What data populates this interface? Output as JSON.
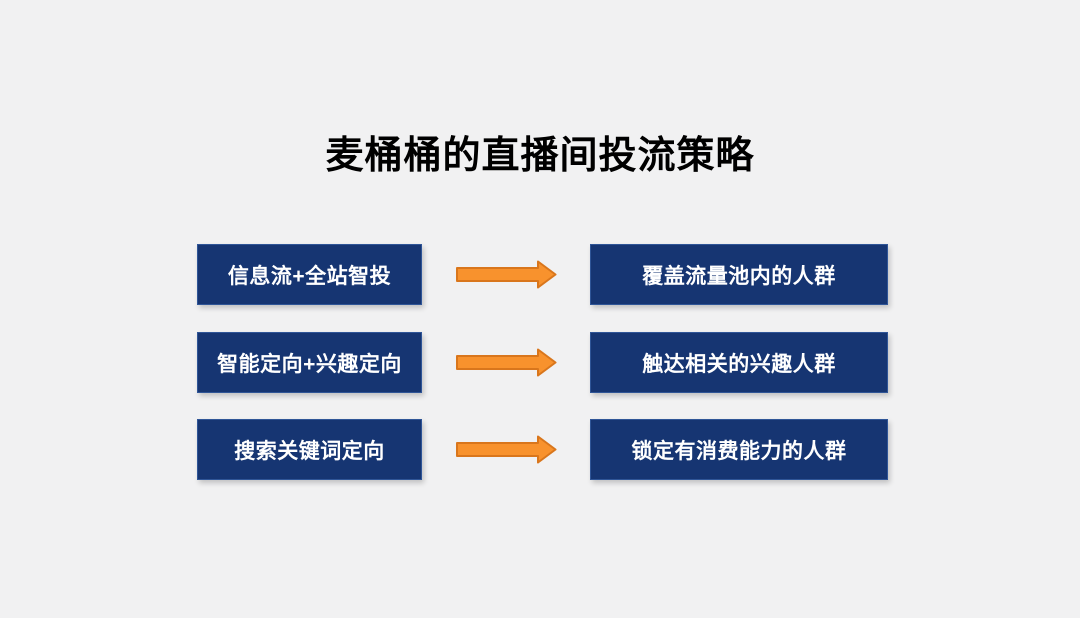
{
  "page": {
    "background": "#F1F1F2"
  },
  "title": "麦桶桶的直播间投流策略",
  "colors": {
    "bg": "#F1F1F2",
    "title_color": "#000000",
    "box_fill": "#163572",
    "box_border": "#2F5597",
    "box_text": "#FFFFFF",
    "arrow_fill": "#F8922D",
    "arrow_border": "#D9761C"
  },
  "rows": [
    {
      "left": "信息流+全站智投",
      "right": "覆盖流量池内的人群"
    },
    {
      "left": "智能定向+兴趣定向",
      "right": "触达相关的兴趣人群"
    },
    {
      "left": "搜索关键词定向",
      "right": "锁定有消费能力的人群"
    }
  ]
}
